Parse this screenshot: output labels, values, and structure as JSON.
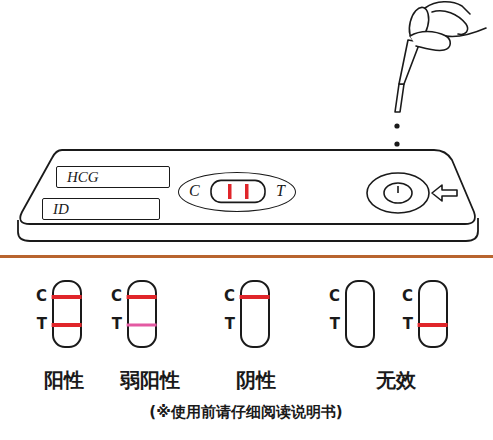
{
  "diagram": {
    "caption": "(※使用前请仔细阅读说明书)",
    "nodes": [
      {
        "text": [
          "HCG"
        ]
      },
      {
        "text": [
          "ID"
        ]
      },
      {
        "text": [
          "C",
          "T"
        ]
      },
      {
        "text": [
          "C",
          "T"
        ]
      },
      {
        "text": [
          "C",
          "T"
        ]
      },
      {
        "text": [
          "C",
          "T"
        ]
      },
      {
        "text": [
          "C",
          "T"
        ]
      },
      {
        "text": [
          "C",
          "T"
        ]
      }
    ],
    "labels": [
      "阳性",
      "弱阳性",
      "阴性",
      "无效"
    ]
  }
}
